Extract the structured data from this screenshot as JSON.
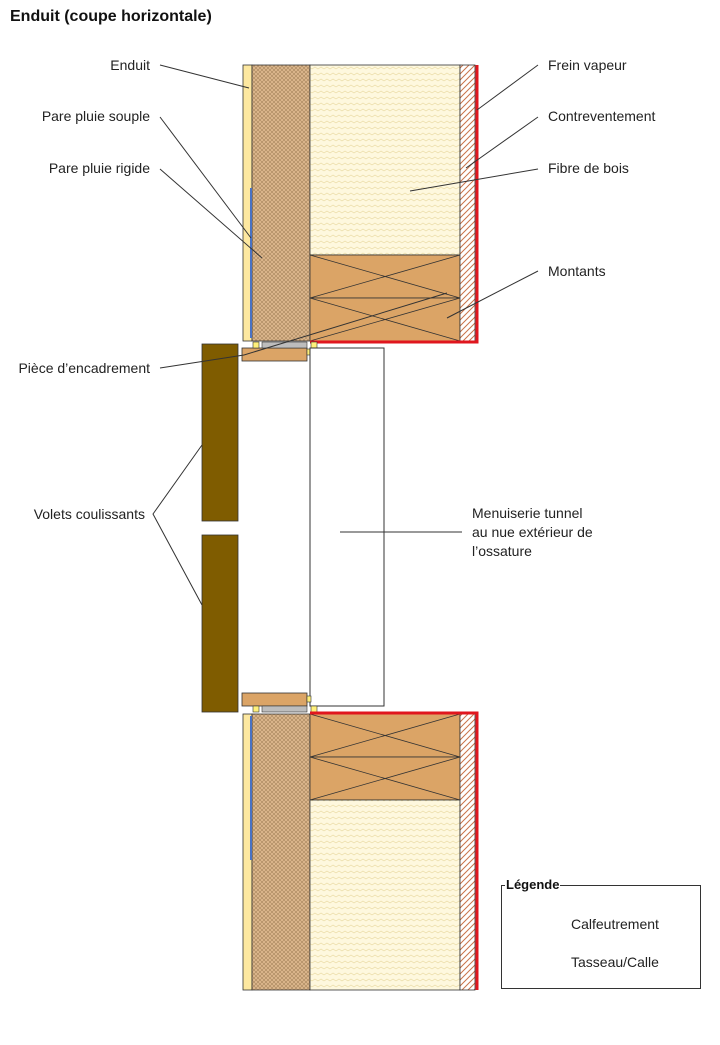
{
  "title": "Enduit (coupe horizontale)",
  "labels": {
    "enduit": "Enduit",
    "pare_pluie_souple": "Pare pluie souple",
    "pare_pluie_rigide": "Pare pluie rigide",
    "piece_encadrement": "Pièce d’encadrement",
    "volets_coulissants": "Volets coulissants",
    "frein_vapeur": "Frein vapeur",
    "contreventement": "Contreventement",
    "fibre_de_bois": "Fibre de bois",
    "montants": "Montants",
    "menuiserie_line1": "Menuiserie tunnel",
    "menuiserie_line2": "au nue extérieur de",
    "menuiserie_line3": "l’ossature"
  },
  "legend": {
    "title": "Légende",
    "calfeutrement": "Calfeutrement",
    "tasseau": "Tasseau/Calle"
  },
  "colors": {
    "enduit": "#FDE8A0",
    "fibre_rigide": "#D9B48A",
    "fibre_souple": "#FEF8DE",
    "montant": "#DBA466",
    "frein_vapeur": "#E0161E",
    "pare_pluie": "#4A72C4",
    "volet": "#7F5C00",
    "calfeutrement": "#FFF07A",
    "tasseau": "#BDBDBD"
  }
}
